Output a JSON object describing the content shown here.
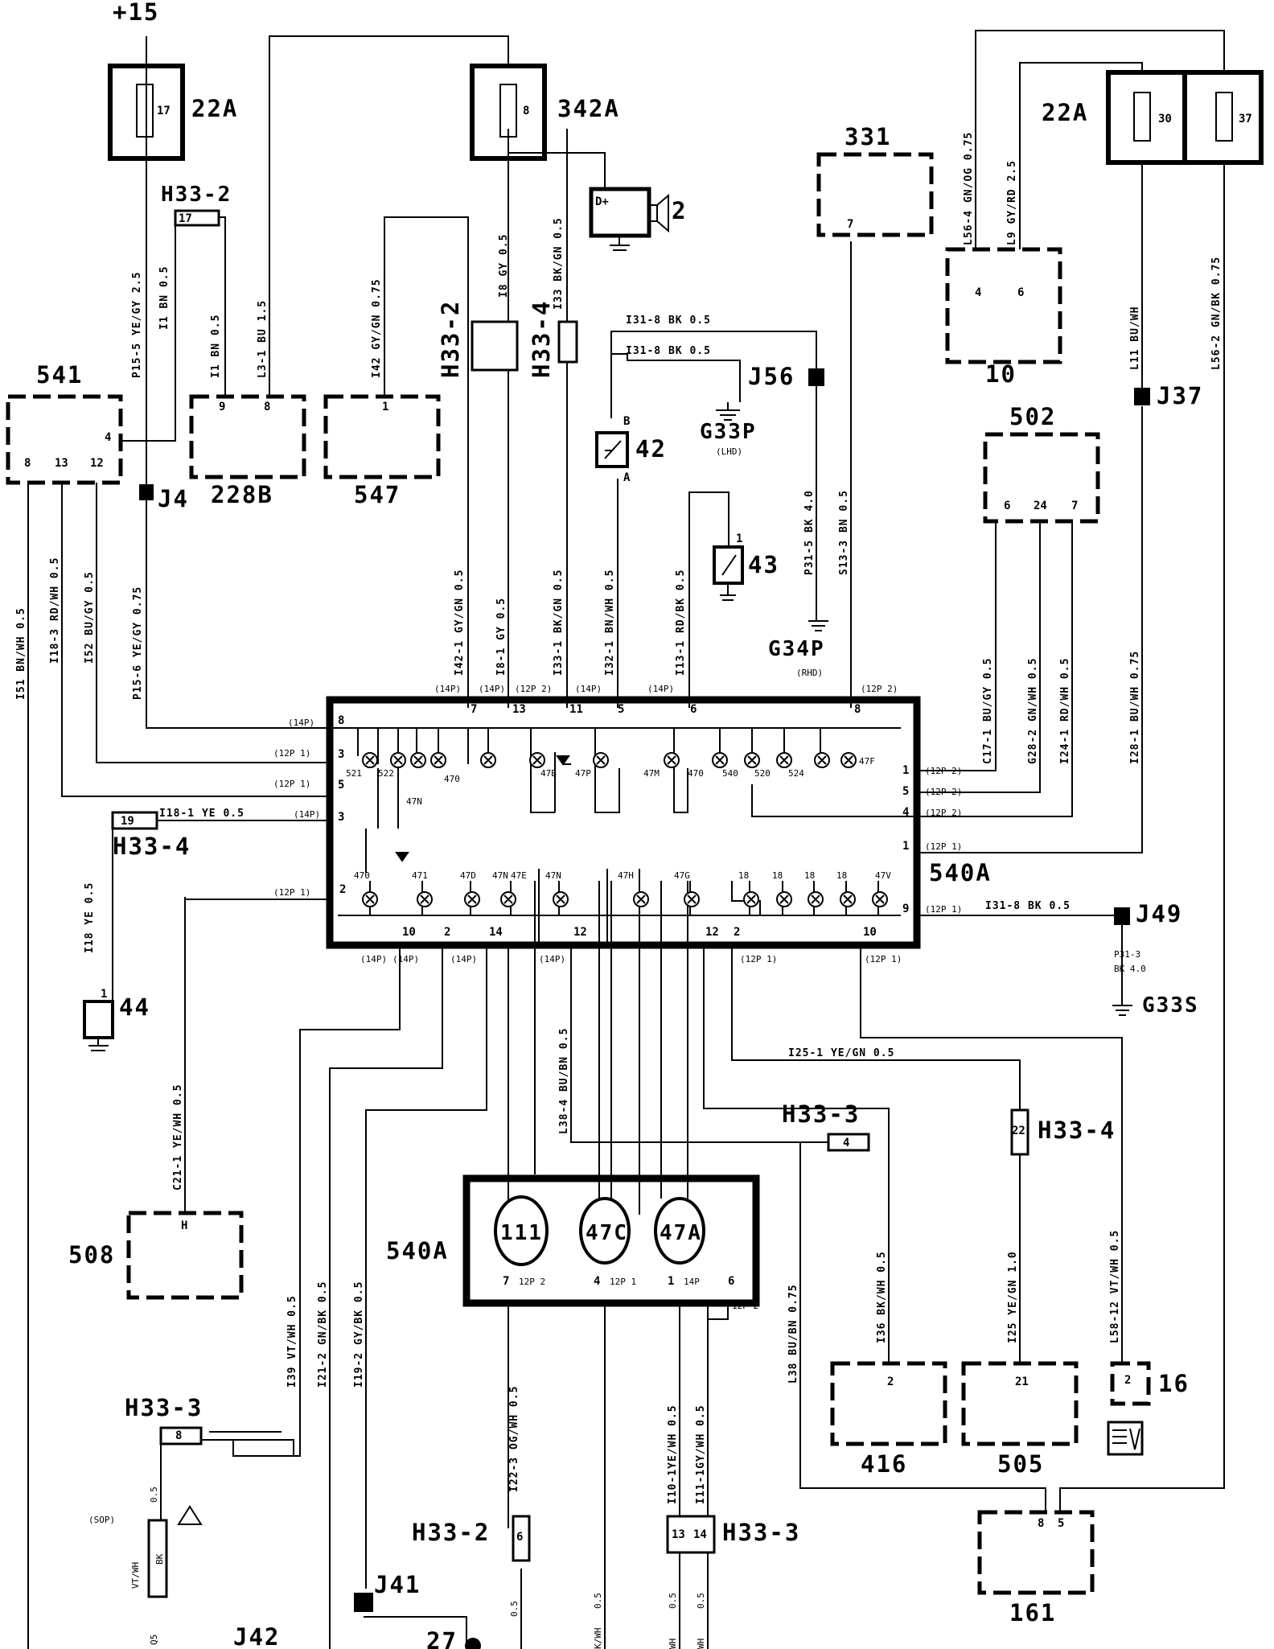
{
  "components": {
    "c_p15": "+15",
    "c_22a_left": "22A",
    "c_342a": "342A",
    "c_h33_2_top": "H33-2",
    "c_541": "541",
    "c_228b": "228B",
    "c_547": "547",
    "c_h33_2_vert": "H33-2",
    "c_h33_4_vert": "H33-4",
    "c_331": "331",
    "c_22a_right": "22A",
    "c_10": "10",
    "c_j37": "J37",
    "c_502": "502",
    "c_j56": "J56",
    "c_g33p": "G33P",
    "c_lhd": "(LHD)",
    "c_42": "42",
    "c_43": "43",
    "c_g34p": "G34P",
    "c_rhd": "(RHD)",
    "c_2": "2",
    "c_j4": "J4",
    "c_h33_4_left": "H33-4",
    "c_540a_box": "540A",
    "c_j49": "J49",
    "c_g33s": "G33S",
    "c_44": "44",
    "c_508": "508",
    "c_540a_cluster": "540A",
    "c_111": "111",
    "c_47c": "47C",
    "c_47a": "47A",
    "c_h33_3_mid": "H33-3",
    "c_h33_4_right": "H33-4",
    "c_416": "416",
    "c_505": "505",
    "c_16": "16",
    "c_161": "161",
    "c_h33_3_left": "H33-3",
    "c_h33_2_bottom": "H33-2",
    "c_h33_3_bottom": "H33-3",
    "c_j41": "J41",
    "c_j42": "J42",
    "c_27": "27",
    "c_sop": "(SOP)"
  },
  "fuses": {
    "f17": "17",
    "f8": "8",
    "f30": "30",
    "f37": "37"
  },
  "pins": {
    "p541_4": "4",
    "p541_8": "8",
    "p541_13": "13",
    "p541_12": "12",
    "p228b_9": "9",
    "p228b_8": "8",
    "p547_1": "1",
    "p331_7": "7",
    "p10_4": "4",
    "p10_6": "6",
    "p502_6": "6",
    "p502_24": "24",
    "p502_7": "7",
    "p42_b": "B",
    "p42_a": "A",
    "p43_1": "1",
    "p508_h": "H",
    "p416_2": "2",
    "p505_21": "21",
    "p16_2": "2",
    "p161_8": "8",
    "p161_5": "5",
    "p44_1": "1",
    "b_8": "8",
    "b_7": "7",
    "b_13": "13",
    "b_11": "11",
    "b_5": "5",
    "b_6": "6",
    "b_8r": "8",
    "b_3": "3",
    "b_5l": "5",
    "b_3l": "3",
    "b_2l": "2",
    "b_1r": "1",
    "b_5r": "5",
    "b_4r": "4",
    "b_1rr": "1",
    "b_9r": "9",
    "b_10": "10",
    "b_2": "2",
    "b_14": "14",
    "b_12": "12",
    "b_12r": "12",
    "b_2r": "2",
    "b_10r": "10",
    "cl_7": "7",
    "cl_4": "4",
    "cl_1": "1",
    "cl_6": "6",
    "h33_2_top_pin": "17",
    "h33_3_mid_pin": "4",
    "h33_4_right_pin": "22",
    "h33_4_left_pin": "19",
    "h33_3_left_pin": "8",
    "h33_2_bottom_pin": "6",
    "h33_3_bottom_p1": "13",
    "h33_3_bottom_p2": "14",
    "d_plus": "D+"
  },
  "wires": {
    "w_p155": "P15-5 YE/GY 2.5",
    "w_i1": "I1 BN 0.5",
    "w_i1b": "I1 BN 0.5",
    "w_l31": "L3-1 BU 1.5",
    "w_i42": "I42 GY/GN 0.75",
    "w_i8": "I8 GY 0.5",
    "w_i33": "I33 BK/GN 0.5",
    "w_l564": "L56-4 GN/OG 0.75",
    "w_l9": "L9 GY/RD 2.5",
    "w_l11": "L11 BU/WH",
    "w_l562": "L56-2 GN/BK 0.75",
    "w_i318a": "I31-8 BK 0.5",
    "w_i318b": "I31-8 BK 0.5",
    "w_p315": "P31-5 BK 4.0",
    "w_s133": "S13-3 BN 0.5",
    "w_i51": "I51 BN/WH 0.5",
    "w_i183": "I18-3 RD/WH 0.5",
    "w_i52": "I52 BU/GY 0.5",
    "w_p156": "P15-6 YE/GY 0.75",
    "w_i421": "I42-1 GY/GN 0.5",
    "w_i81": "I8-1 GY 0.5",
    "w_i331": "I33-1 BK/GN 0.5",
    "w_i321": "I32-1 BN/WH 0.5",
    "w_i131": "I13-1 RD/BK 0.5",
    "w_c171": "C17-1 BU/GY 0.5",
    "w_g282": "G28-2 GN/WH 0.5",
    "w_i241": "I24-1 RD/WH 0.5",
    "w_i281": "I28-1 BU/WH 0.75",
    "w_i181": "I18-1 YE 0.5",
    "w_i18": "I18 YE 0.5",
    "w_i318c": "I31-8 BK 0.5",
    "w_p313": "P31-3",
    "w_p313b": "BK 4.0",
    "w_c211": "C21-1 YE/WH 0.5",
    "w_i251": "I25-1 YE/GN 0.5",
    "w_l384": "L38-4 BU/BN 0.5",
    "w_i36": "I36 BK/WH 0.5",
    "w_i25": "I25 YE/GN 1.0",
    "w_l58": "L58-12 VT/WH 0.5",
    "w_l38": "L38 BU/BN 0.75",
    "w_i39": "I39 VT/WH 0.5",
    "w_i212": "I21-2 GN/BK 0.5",
    "w_i192": "I19-2 GY/BK 0.5",
    "w_i223": "I22-3 OG/WH 0.5",
    "w_i101": "I10-1YE/WH 0.5",
    "w_i111": "I11-1GY/WH 0.5",
    "w_vtwh": "VT/WH",
    "w_bk": "BK",
    "w_05a": "0.5",
    "w_05b": "0.5",
    "w_05c": "0.5",
    "w_kwh": "K/WH",
    "w_05d": "0.5",
    "w_wh1": "WH",
    "w_wh2": "WH",
    "w_05e": "0.5",
    "w_05f": "0.5",
    "w_h": "H",
    "w_q5": "Q5"
  },
  "connectors": {
    "k14p_a": "(14P)",
    "k14p_b": "(14P)",
    "k12p_a": "(12P 2)",
    "k14p_c": "(14P)",
    "k14p_d": "(14P)",
    "k12p_b": "(12P 2)",
    "k14p_e": "(14P)",
    "k12p_c": "(12P 1)",
    "k12p_d": "(12P 1)",
    "k14p_f": "(14P)",
    "k12p_e": "(12P 1)",
    "k12p_r1": "(12P 2)",
    "k12p_r2": "(12P 2)",
    "k12p_r3": "(12P 2)",
    "k12p_r4": "(12P 1)",
    "k12p_r5": "(12P 1)",
    "k14p_g": "(14P)",
    "k14p_h": "(14P)",
    "k14p_i": "(14P)",
    "k14p_j": "(14P)",
    "k12p_f": "(12P 1)",
    "k12p_g": "(12P 1)",
    "k_cl1": "12P 2",
    "k_cl2": "12P 1",
    "k_cl3": "14P",
    "k_cl4": "12P 2"
  },
  "lamps": {
    "l521": "521",
    "l522": "522",
    "l47n_a": "47N",
    "l470_a": "470",
    "l47b": "47B",
    "l47p": "47P",
    "l47m": "47M",
    "l470_b": "470",
    "l540": "540",
    "l520": "520",
    "l524": "524",
    "l47f": "47F",
    "l47n_b": "47N",
    "l470": "470",
    "l471": "471",
    "l47d": "47D",
    "l47e": "47E",
    "l47n_c": "47N",
    "l47h": "47H",
    "l47g": "47G",
    "l18a": "18",
    "l18b": "18",
    "l18c": "18",
    "l18d": "18",
    "l47v": "47V"
  }
}
